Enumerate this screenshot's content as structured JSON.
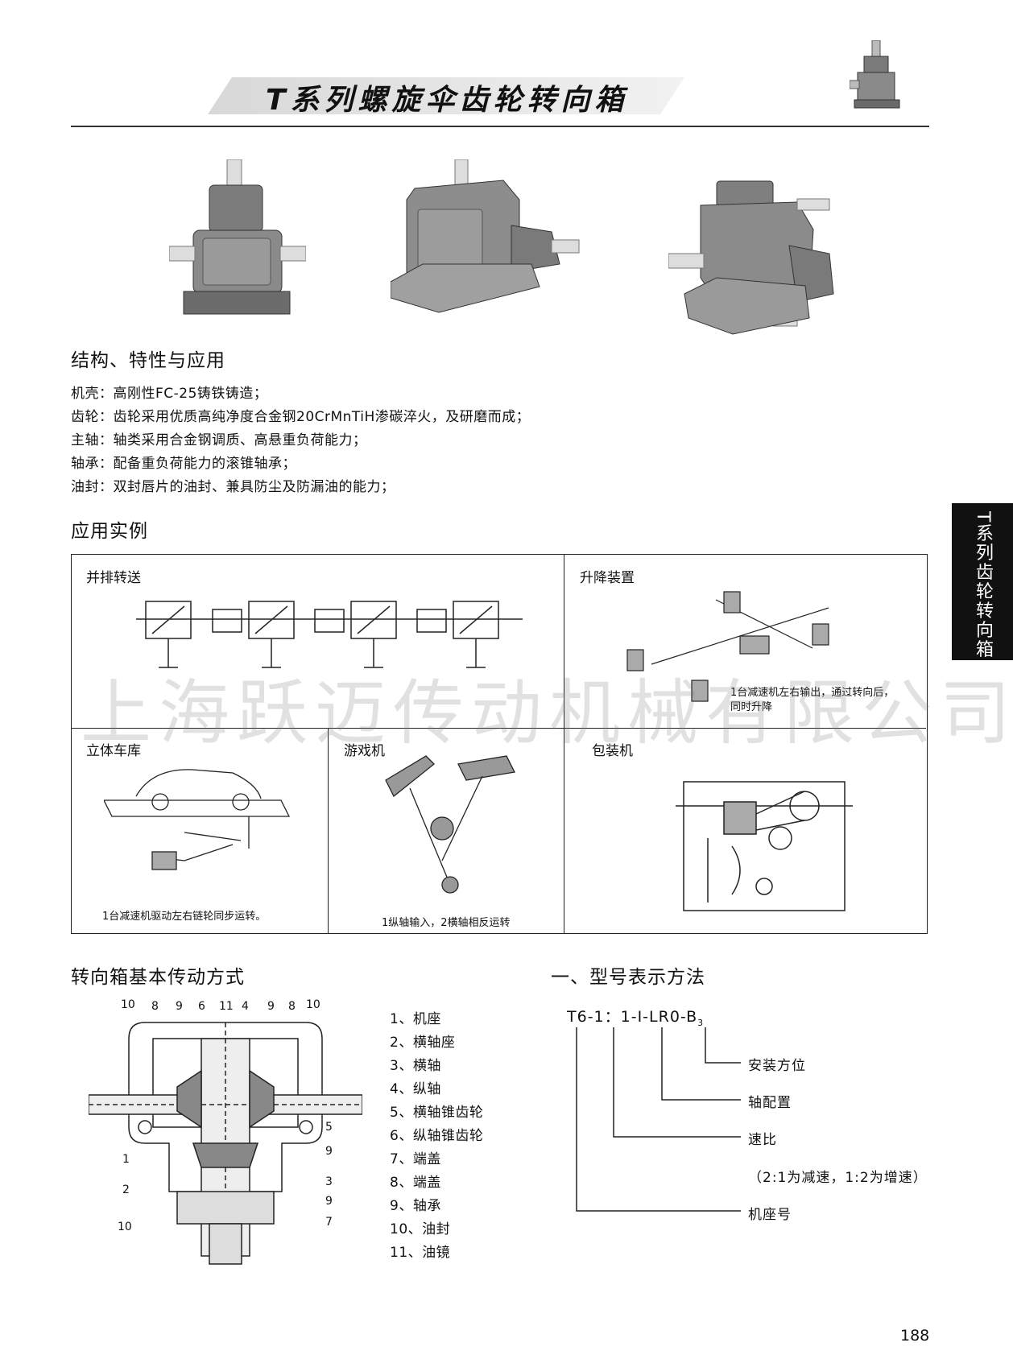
{
  "header": {
    "title": "T系列螺旋伞齿轮转向箱"
  },
  "side_tab": {
    "text": "T系列齿轮转向箱"
  },
  "watermark": "上海跃迈传动机械有限公司",
  "features": {
    "heading": "结构、特性与应用",
    "items": [
      "机壳：高刚性FC-25铸铁铸造；",
      "齿轮：齿轮采用优质高纯净度合金钢20CrMnTiH渗碳淬火，及研磨而成；",
      "主轴：轴类采用合金钢调质、高悬重负荷能力；",
      "轴承：配备重负荷能力的滚锥轴承；",
      "油封：双封唇片的油封、兼具防尘及防漏油的能力；"
    ]
  },
  "applications": {
    "heading": "应用实例",
    "cells": {
      "side_by_side": {
        "label": "并排转送"
      },
      "lifting": {
        "label": "升降装置",
        "caption_lines": [
          "1台减速机左右输出，通过转向后，",
          "同时升降"
        ]
      },
      "garage": {
        "label": "立体车库",
        "caption": "1台减速机驱动左右链轮同步运转。"
      },
      "game": {
        "label": "游戏机",
        "caption": "1纵轴输入，2横轴相反运转"
      },
      "packaging": {
        "label": "包装机"
      }
    }
  },
  "transmission": {
    "heading": "转向箱基本传动方式",
    "callouts_top": [
      "10",
      "8",
      "9",
      "6",
      "11",
      "4",
      "9",
      "8",
      "10"
    ],
    "callouts_right": [
      "5",
      "9",
      "3",
      "9",
      "7"
    ],
    "callouts_left": [
      "1",
      "2",
      "10"
    ],
    "parts": [
      "1、机座",
      "2、横轴座",
      "3、横轴",
      "4、纵轴",
      "5、横轴锥齿轮",
      "6、纵轴锥齿轮",
      "7、端盖",
      "8、端盖",
      "9、轴承",
      "10、油封",
      "11、油镜"
    ]
  },
  "model": {
    "heading": "一、型号表示方法",
    "code_main": "T6-1：1-I-LR0-B",
    "code_sub": "3",
    "labels": [
      "安装方位",
      "轴配置",
      "速比",
      "（2:1为减速，1:2为增速）",
      "机座号"
    ]
  },
  "page_number": "188"
}
